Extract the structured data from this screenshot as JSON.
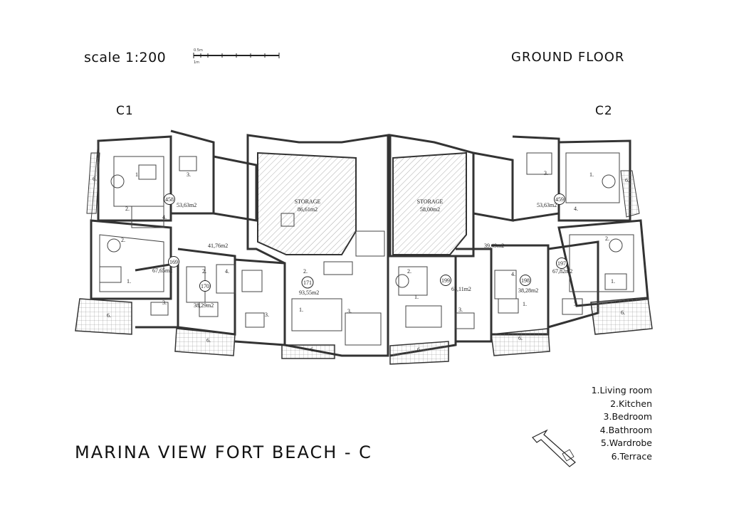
{
  "header": {
    "scale_label": "scale 1:200",
    "scalebar_top_label": "0.5m",
    "scalebar_bottom_label": "1m",
    "floor_label": "GROUND FLOOR"
  },
  "blocks": {
    "left": "C1",
    "right": "C2"
  },
  "storage": [
    {
      "label": "STORAGE",
      "area": "86,61m2"
    },
    {
      "label": "STORAGE",
      "area": "58,00m2"
    }
  ],
  "units": [
    {
      "number": "458",
      "area": "53,63m2"
    },
    {
      "number": "169",
      "area": "67,65m2"
    },
    {
      "number": "170",
      "area": "38,29m2"
    },
    {
      "number": "171",
      "area": "93,55m2"
    },
    {
      "number": "199",
      "area": "65,11m2"
    },
    {
      "number": "198",
      "area": "38,28m2"
    },
    {
      "number": "197",
      "area": "67,82m2"
    },
    {
      "number": "459",
      "area": "53,63m2"
    }
  ],
  "corridors": [
    {
      "area": "41,76m2"
    },
    {
      "area": "39,49m2"
    }
  ],
  "legend": [
    "1.Living room",
    "2.Kitchen",
    "3.Bedroom",
    "4.Bathroom",
    "5.Wardrobe",
    "6.Terrace"
  ],
  "project_title": "MARINA VIEW FORT BEACH - C",
  "colors": {
    "line": "#333333",
    "background": "#ffffff"
  }
}
